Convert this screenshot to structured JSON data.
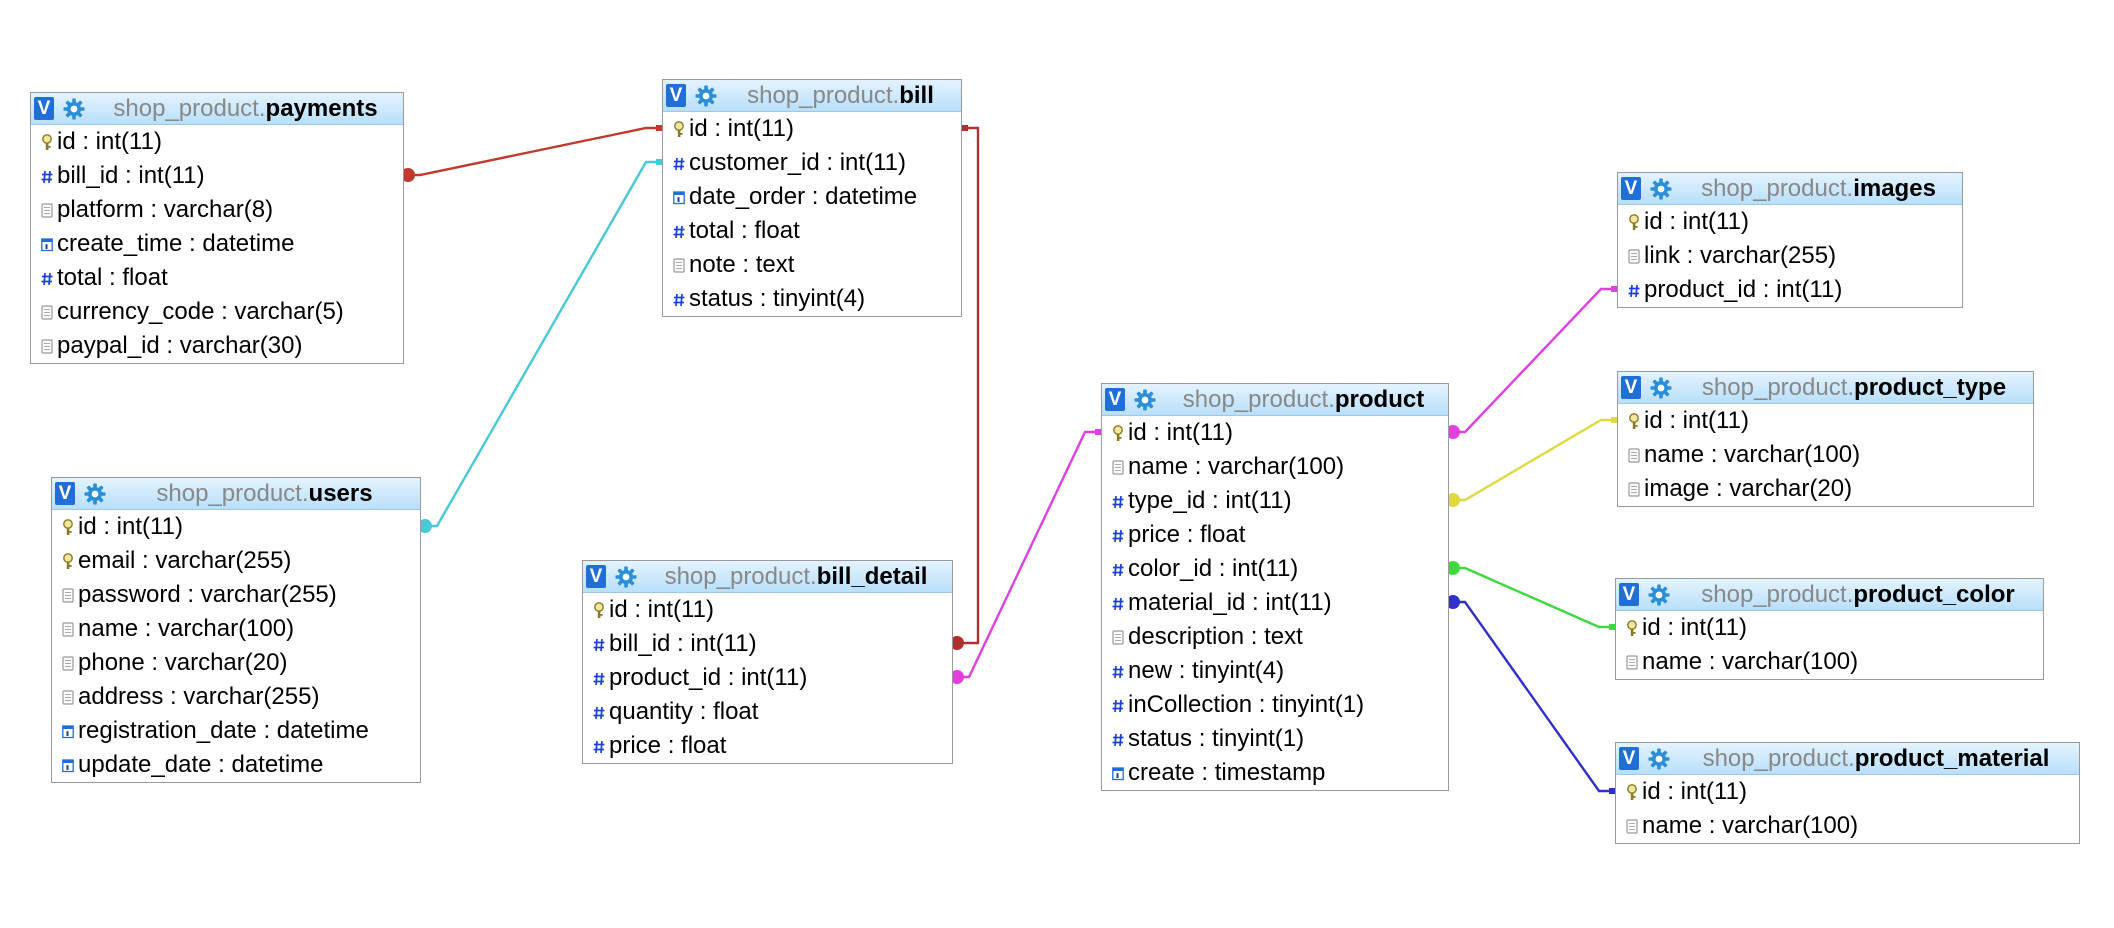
{
  "tables": [
    {
      "id": "payments",
      "db": "shop_product",
      "name": "payments",
      "fields": [
        {
          "text": "id : int(11)",
          "icon": "key-icon"
        },
        {
          "text": "bill_id : int(11)",
          "icon": "hash-icon"
        },
        {
          "text": "platform : varchar(8)",
          "icon": "text-field-icon"
        },
        {
          "text": "create_time : datetime",
          "icon": "calendar-icon"
        },
        {
          "text": "total : float",
          "icon": "hash-icon"
        },
        {
          "text": "currency_code : varchar(5)",
          "icon": "text-field-icon"
        },
        {
          "text": "paypal_id : varchar(30)",
          "icon": "text-field-icon"
        }
      ]
    },
    {
      "id": "bill",
      "db": "shop_product",
      "name": "bill",
      "fields": [
        {
          "text": "id : int(11)",
          "icon": "key-icon"
        },
        {
          "text": "customer_id : int(11)",
          "icon": "hash-icon"
        },
        {
          "text": "date_order : datetime",
          "icon": "calendar-icon"
        },
        {
          "text": "total : float",
          "icon": "hash-icon"
        },
        {
          "text": "note : text",
          "icon": "text-field-icon"
        },
        {
          "text": "status : tinyint(4)",
          "icon": "hash-icon"
        }
      ]
    },
    {
      "id": "users",
      "db": "shop_product",
      "name": "users",
      "fields": [
        {
          "text": "id : int(11)",
          "icon": "key-icon"
        },
        {
          "text": "email : varchar(255)",
          "icon": "key-icon"
        },
        {
          "text": "password : varchar(255)",
          "icon": "text-field-icon"
        },
        {
          "text": "name : varchar(100)",
          "icon": "text-field-icon"
        },
        {
          "text": "phone : varchar(20)",
          "icon": "text-field-icon"
        },
        {
          "text": "address : varchar(255)",
          "icon": "text-field-icon"
        },
        {
          "text": "registration_date : datetime",
          "icon": "calendar-icon"
        },
        {
          "text": "update_date : datetime",
          "icon": "calendar-icon"
        }
      ]
    },
    {
      "id": "bill_detail",
      "db": "shop_product",
      "name": "bill_detail",
      "fields": [
        {
          "text": "id : int(11)",
          "icon": "key-icon"
        },
        {
          "text": "bill_id : int(11)",
          "icon": "hash-icon"
        },
        {
          "text": "product_id : int(11)",
          "icon": "hash-icon"
        },
        {
          "text": "quantity : float",
          "icon": "hash-icon"
        },
        {
          "text": "price : float",
          "icon": "hash-icon"
        }
      ]
    },
    {
      "id": "product",
      "db": "shop_product",
      "name": "product",
      "fields": [
        {
          "text": "id : int(11)",
          "icon": "key-icon"
        },
        {
          "text": "name : varchar(100)",
          "icon": "text-field-icon"
        },
        {
          "text": "type_id : int(11)",
          "icon": "hash-icon"
        },
        {
          "text": "price : float",
          "icon": "hash-icon"
        },
        {
          "text": "color_id : int(11)",
          "icon": "hash-icon"
        },
        {
          "text": "material_id : int(11)",
          "icon": "hash-icon"
        },
        {
          "text": "description : text",
          "icon": "text-field-icon"
        },
        {
          "text": "new : tinyint(4)",
          "icon": "hash-icon"
        },
        {
          "text": "inCollection : tinyint(1)",
          "icon": "hash-icon"
        },
        {
          "text": "status : tinyint(1)",
          "icon": "hash-icon"
        },
        {
          "text": "create : timestamp",
          "icon": "calendar-icon"
        }
      ]
    },
    {
      "id": "images",
      "db": "shop_product",
      "name": "images",
      "fields": [
        {
          "text": "id : int(11)",
          "icon": "key-icon"
        },
        {
          "text": "link : varchar(255)",
          "icon": "text-field-icon"
        },
        {
          "text": "product_id : int(11)",
          "icon": "hash-icon"
        }
      ]
    },
    {
      "id": "product_type",
      "db": "shop_product",
      "name": "product_type",
      "fields": [
        {
          "text": "id : int(11)",
          "icon": "key-icon"
        },
        {
          "text": "name : varchar(100)",
          "icon": "text-field-icon"
        },
        {
          "text": "image : varchar(20)",
          "icon": "text-field-icon"
        }
      ]
    },
    {
      "id": "product_color",
      "db": "shop_product",
      "name": "product_color",
      "fields": [
        {
          "text": "id : int(11)",
          "icon": "key-icon"
        },
        {
          "text": "name : varchar(100)",
          "icon": "text-field-icon"
        }
      ]
    },
    {
      "id": "product_material",
      "db": "shop_product",
      "name": "product_material",
      "fields": [
        {
          "text": "id : int(11)",
          "icon": "key-icon"
        },
        {
          "text": "name : varchar(100)",
          "icon": "text-field-icon"
        }
      ]
    }
  ],
  "relations": [
    {
      "from": "payments.bill_id",
      "to": "bill.id",
      "color": "#c0392b"
    },
    {
      "from": "users.id",
      "to": "bill.customer_id",
      "color": "#48c9d8"
    },
    {
      "from": "bill_detail.bill_id",
      "to": "bill.id",
      "color": "#b03030"
    },
    {
      "from": "bill_detail.product_id",
      "to": "product.id",
      "color": "#e040e0"
    },
    {
      "from": "product.id",
      "to": "images.product_id",
      "color": "#e040e0"
    },
    {
      "from": "product.type_id",
      "to": "product_type.id",
      "color": "#e0d840"
    },
    {
      "from": "product.color_id",
      "to": "product_color.id",
      "color": "#40d840"
    },
    {
      "from": "product.material_id",
      "to": "product_material.id",
      "color": "#3030c8"
    }
  ]
}
